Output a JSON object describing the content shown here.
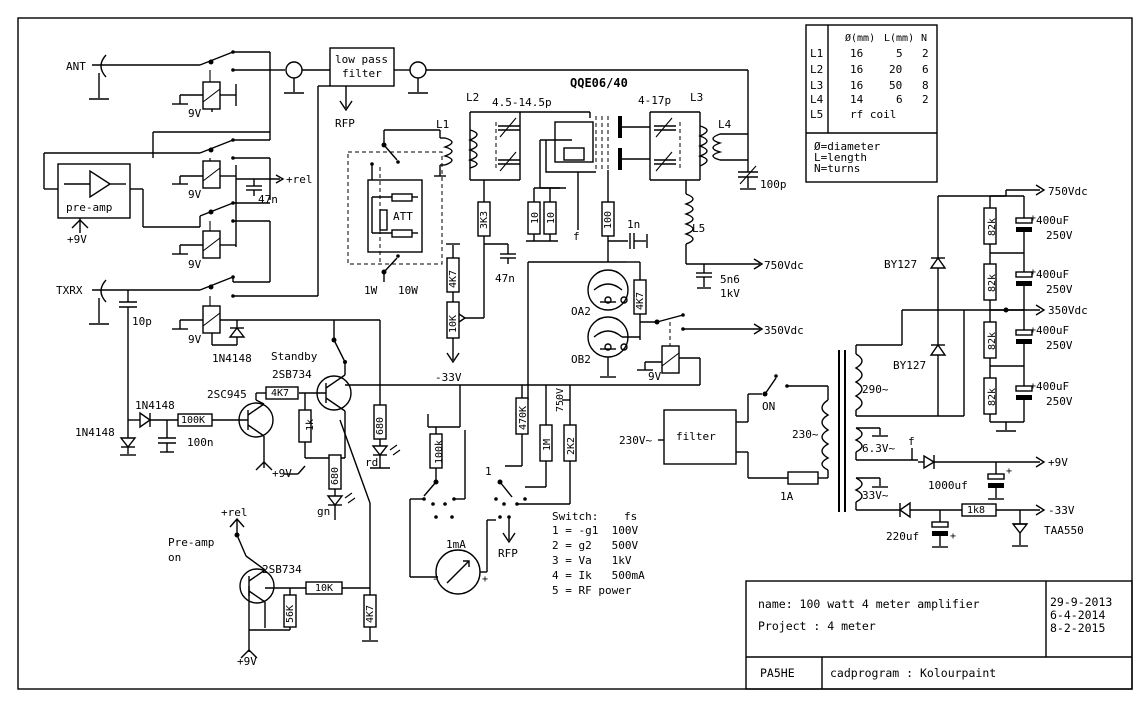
{
  "title": "100 watt 4 meter amplifier",
  "connectors": {
    "ant": "ANT",
    "txrx": "TXRX",
    "rfp": "RFP"
  },
  "blocks": {
    "low_pass_filter": [
      "low pass",
      "filter"
    ],
    "pre_amp": "pre-amp",
    "att": "ATT",
    "filter": "filter",
    "meter": "1mA"
  },
  "tube": "QQE06/40",
  "coil_table": {
    "headers": [
      "Ø(mm)",
      "L(mm)",
      "N"
    ],
    "rows": [
      {
        "name": "L1",
        "dia": "16",
        "len": "5",
        "n": "2"
      },
      {
        "name": "L2",
        "dia": "16",
        "len": "20",
        "n": "6"
      },
      {
        "name": "L3",
        "dia": "16",
        "len": "50",
        "n": "8"
      },
      {
        "name": "L4",
        "dia": "14",
        "len": "6",
        "n": "2"
      },
      {
        "name": "L5",
        "text": "rf coil"
      }
    ],
    "legend": [
      "Ø=diameter",
      "L=length",
      "N=turns"
    ]
  },
  "switch_legend": {
    "title": "Switch:",
    "title2": "fs",
    "items": [
      "1 = -g1  100V",
      "2 = g2   500V",
      "3 = Va   1kV",
      "4 = Ik   500mA",
      "5 = RF power"
    ]
  },
  "title_block": {
    "name": "name: 100 watt 4 meter amplifier",
    "project": "Project : 4 meter",
    "dates": [
      "29-9-2013",
      "6-4-2014",
      "8-2-2015"
    ],
    "author": "PA5HE",
    "cad": "cadprogram : Kolourpaint"
  },
  "labels": {
    "rfp_top": "RFP",
    "nine_v": "9V",
    "plus_rel": "+rel",
    "c47n_a": "47n",
    "plus9v": "+9V",
    "c10p": "10p",
    "d1n4148_a": "1N4148",
    "d1n4148_b": "1N4148",
    "d1n4148_c": "1N4148",
    "standby": "Standby",
    "q2sb734_a": "2SB734",
    "q2sc945": "2SC945",
    "r4k7_a": "4K7",
    "r100k_a": "100K",
    "c100n": "100n",
    "r1k": "1k",
    "r680_a": "680",
    "r680_b": "680",
    "rd": "rd",
    "gn": "gn",
    "preamp_on": [
      "Pre-amp",
      "on"
    ],
    "q2sb734_b": "2SB734",
    "r10k_b": "10K",
    "r56k": "56K",
    "r4k7_b": "4K7",
    "att_1w": "1W",
    "att_10w": "10W",
    "l1": "L1",
    "l2": "L2",
    "c4_5": "4.5-14.5p",
    "l3": "L3",
    "c4_17": "4-17p",
    "l4": "L4",
    "c100p": "100p",
    "l5": "L5",
    "r3k3": "3K3",
    "r10_a": "10",
    "r10_b": "10",
    "r100": "100",
    "c1n": "1n",
    "f_a": "f",
    "c47n_b": "47n",
    "r4k7_c": "4K7",
    "r10k_pot": "10K",
    "neg33": "-33V",
    "c5n6": "5n6",
    "c1kv": "1kV",
    "v750_a": "750Vdc",
    "oa2": "OA2",
    "ob2": "OB2",
    "r4k7_d": "4K7",
    "v350_a": "350Vdc",
    "r100k_b": "100k",
    "r470k": "470K",
    "v750_label": "750V",
    "r1m": "1M",
    "r2k2": "2K2",
    "plus_v750": "750Vdc",
    "by127_a": "BY127",
    "by127_b": "BY127",
    "r82k": "82k",
    "c400uf": "400uF",
    "c250v": "250V",
    "plus_v350": "350Vdc",
    "v290": "290~",
    "v230_in": "230V~",
    "on": "ON",
    "v230": "230~",
    "fuse": "1A",
    "v6_3": "6.3V~",
    "f_b": "f",
    "v33": "33V~",
    "c1000uf": "1000uf",
    "c220uf": "220uf",
    "r1k8": "1k8",
    "taa550": "TAA550",
    "neg33_b": "-33V",
    "plus9v_b": "+9V"
  }
}
